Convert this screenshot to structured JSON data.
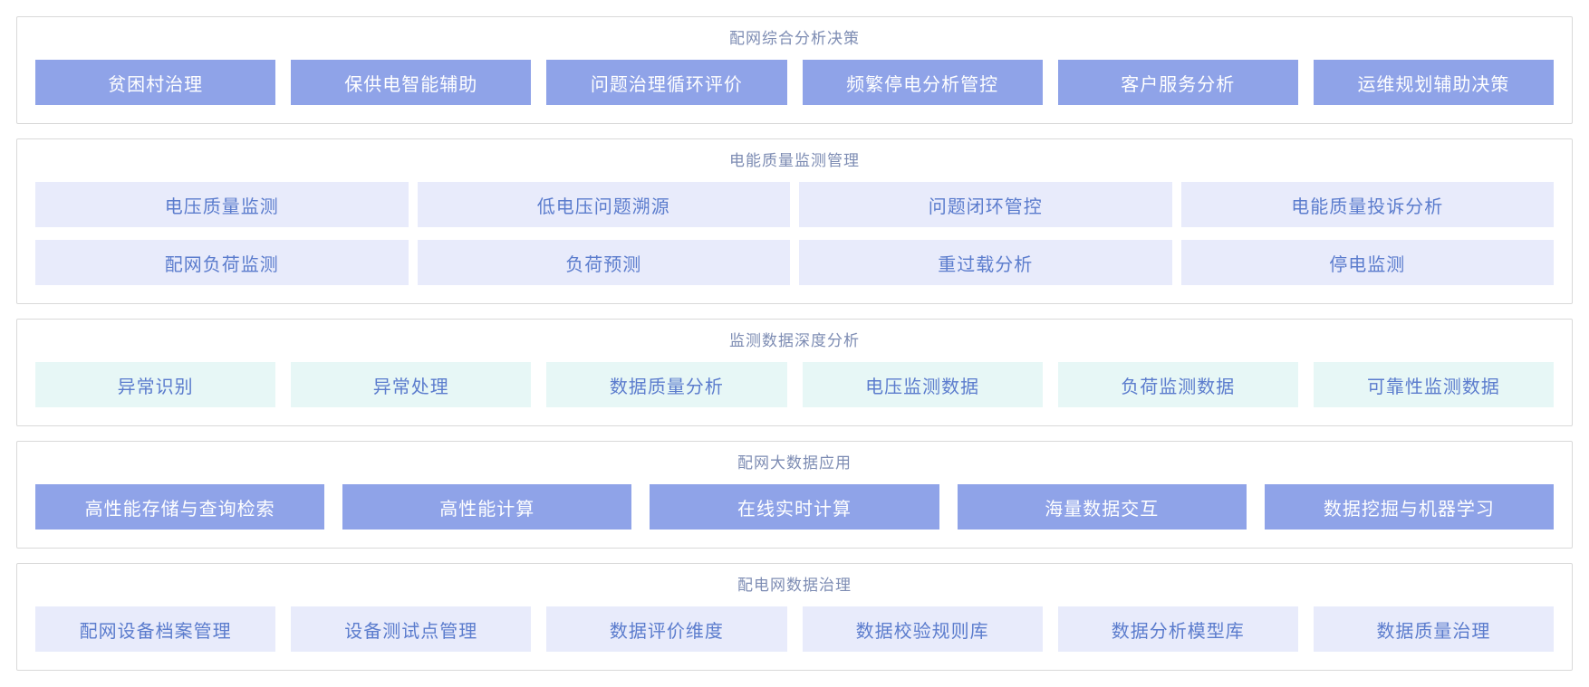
{
  "colors": {
    "solid_button_bg": "#8fa3e8",
    "solid_button_text": "#ffffff",
    "lavender_button_bg": "#e8ebfb",
    "mint_button_bg": "#e7f7f6",
    "light_button_text": "#5b7ccd",
    "section_title_text": "#7d8cb3",
    "panel_border": "#d9d9d9",
    "page_bg": "#ffffff"
  },
  "sections": [
    {
      "id": "comprehensive-analysis-decision",
      "title": "配网综合分析决策",
      "style": "solid",
      "rows": [
        [
          "贫困村治理",
          "保供电智能辅助",
          "问题治理循环评价",
          "频繁停电分析管控",
          "客户服务分析",
          "运维规划辅助决策"
        ]
      ]
    },
    {
      "id": "power-quality-monitoring",
      "title": "电能质量监测管理",
      "style": "lavender",
      "rows": [
        [
          "电压质量监测",
          "低电压问题溯源",
          "问题闭环管控",
          "电能质量投诉分析"
        ],
        [
          "配网负荷监测",
          "负荷预测",
          "重过载分析",
          "停电监测"
        ]
      ]
    },
    {
      "id": "monitoring-data-deep-analysis",
      "title": "监测数据深度分析",
      "style": "mint",
      "rows": [
        [
          "异常识别",
          "异常处理",
          "数据质量分析",
          "电压监测数据",
          "负荷监测数据",
          "可靠性监测数据"
        ]
      ]
    },
    {
      "id": "distribution-big-data-application",
      "title": "配网大数据应用",
      "style": "solid",
      "rows": [
        [
          "高性能存储与查询检索",
          "高性能计算",
          "在线实时计算",
          "海量数据交互",
          "数据挖掘与机器学习"
        ]
      ]
    },
    {
      "id": "distribution-network-data-governance",
      "title": "配电网数据治理",
      "style": "lavender",
      "rows": [
        [
          "配网设备档案管理",
          "设备测试点管理",
          "数据评价维度",
          "数据校验规则库",
          "数据分析模型库",
          "数据质量治理"
        ]
      ]
    }
  ]
}
